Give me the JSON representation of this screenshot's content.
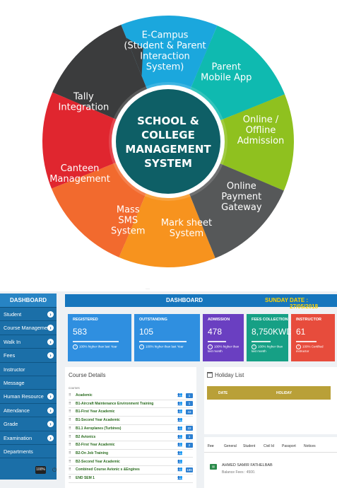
{
  "wheel": {
    "center_lines": [
      "SCHOOL &",
      "COLLEGE",
      "MANAGEMENT",
      "SYSTEM"
    ],
    "segments": [
      {
        "lines": [
          "E-Campus",
          "(Student & Parent",
          "Interaction",
          "System)"
        ],
        "color": "#1ba7dd"
      },
      {
        "lines": [
          "Parent",
          "Mobile App"
        ],
        "color": "#0fbab0"
      },
      {
        "lines": [
          "Online /",
          "Offline",
          "Admission"
        ],
        "color": "#8fc11f"
      },
      {
        "lines": [
          "Online",
          "Payment",
          "Gateway"
        ],
        "color": "#565859"
      },
      {
        "lines": [
          "Mark sheet",
          "System"
        ],
        "color": "#f7931e"
      },
      {
        "lines": [
          "Mass",
          "SMS",
          "System"
        ],
        "color": "#f26a2e"
      },
      {
        "lines": [
          "Canteen",
          "Management"
        ],
        "color": "#e0262f"
      },
      {
        "lines": [
          "Tally",
          "Integration"
        ],
        "color": "#3b3c3d"
      }
    ],
    "center_color": "#0e5f66"
  },
  "sidebar": {
    "header": "DASHBOARD",
    "items": [
      {
        "label": "Student",
        "expandable": true
      },
      {
        "label": "Course Management",
        "expandable": true
      },
      {
        "label": "Walk In",
        "expandable": true
      },
      {
        "label": "Fees",
        "expandable": true
      },
      {
        "label": "Instructor",
        "expandable": false
      },
      {
        "label": "Message",
        "expandable": false
      },
      {
        "label": "Human Resource",
        "expandable": true
      },
      {
        "label": "Attendance",
        "expandable": true
      },
      {
        "label": "Grade",
        "expandable": true
      },
      {
        "label": "Examination",
        "expandable": true
      },
      {
        "label": "Departments",
        "expandable": false
      }
    ],
    "slider_value": "100%",
    "power_icon": "power-icon"
  },
  "topbar": {
    "title": "DASHBOARD",
    "day": "SUNDAY",
    "date": "DATE : 27/05/2018"
  },
  "cards": [
    {
      "label": "REGISTERED",
      "value": "583",
      "note": "100% higher than last Year",
      "color": "#2f8fe0",
      "progress": 0.85
    },
    {
      "label": "OUTSTANDING",
      "value": "105",
      "note": "100% higher than last Year",
      "color": "#2f8fe0",
      "progress": 0.85
    },
    {
      "label": "ADMISSION",
      "value": "478",
      "note": "100% higher than last month",
      "color": "#6a3fc1",
      "progress": 0.6
    },
    {
      "label": "FEES COLLECTION",
      "value": "8,750KWD",
      "note": "100% higher than last month",
      "color": "#16a085",
      "progress": 0.6
    },
    {
      "label": "INSTRUCTOR",
      "value": "61",
      "note": "100% Certified instructor",
      "color": "#e74c3c",
      "progress": 0.6
    }
  ],
  "course_panel": {
    "title": "Course Details",
    "subtitle": "courses",
    "rows": [
      {
        "name": "Academic",
        "count": "1"
      },
      {
        "name": "B1-Aircraft Maintenance Environment Training",
        "count": "1"
      },
      {
        "name": "B1-First Year Academic",
        "count": "43"
      },
      {
        "name": "B1-Second Year Academic",
        "count": ""
      },
      {
        "name": "B1.1 Aeroplanes (Turbines)",
        "count": "22"
      },
      {
        "name": "B2 Avionics",
        "count": "3"
      },
      {
        "name": "B2-First Year Academic",
        "count": "2"
      },
      {
        "name": "B2-On Job Training",
        "count": ""
      },
      {
        "name": "B2-Second Year Academic",
        "count": ""
      },
      {
        "name": "Combined Course Avionic s &Engines",
        "count": "186"
      },
      {
        "name": "END SEM 1",
        "count": ""
      }
    ]
  },
  "holiday_panel": {
    "title": "Holiday List",
    "col_date": "DATE",
    "col_holiday": "HOLIDAY"
  },
  "tabs_panel": {
    "tabs": [
      "Fee",
      "General",
      "Student",
      "Civil Id",
      "Passport",
      "Notices"
    ],
    "fee_name": "AHMED SAMIR FATHELBAB",
    "fee_balance": "Balance Fees : 4500."
  }
}
